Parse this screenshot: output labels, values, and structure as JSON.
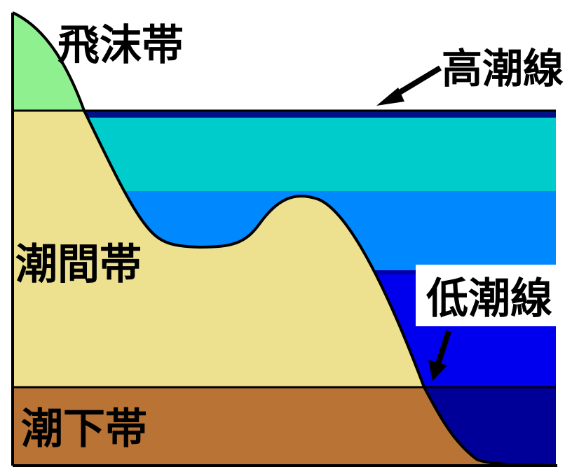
{
  "labels": {
    "splash_zone": "飛沫帯",
    "high_tide_line": "高潮線",
    "intertidal_zone": "潮間帯",
    "low_tide_line": "低潮線",
    "subtidal_zone": "潮下帯"
  },
  "colors": {
    "background": "#ffffff",
    "splash_zone_fill": "#8ff08f",
    "upper_water": "#00cccc",
    "middle_water": "#0088ff",
    "lower_water": "#0000ee",
    "deep_water": "#000099",
    "high_tide_band": "#001188",
    "sand": "#ede08f",
    "subtidal_ground": "#b87335",
    "outline": "#000000"
  }
}
